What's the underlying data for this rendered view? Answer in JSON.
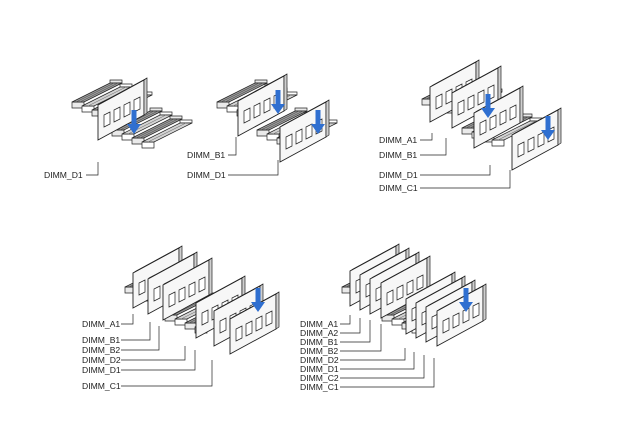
{
  "panels": [
    {
      "labels": [
        "DIMM_D1"
      ]
    },
    {
      "labels": [
        "DIMM_B1",
        "DIMM_D1"
      ]
    },
    {
      "labels": [
        "DIMM_A1",
        "DIMM_B1",
        "DIMM_D1",
        "DIMM_C1"
      ]
    },
    {
      "labels": [
        "DIMM_A1",
        "DIMM_B1",
        "DIMM_B2",
        "DIMM_D2",
        "DIMM_D1",
        "DIMM_C1"
      ]
    },
    {
      "labels": [
        "DIMM_A1",
        "DIMM_A2",
        "DIMM_B1",
        "DIMM_B2",
        "DIMM_D2",
        "DIMM_D1",
        "DIMM_C2",
        "DIMM_C1"
      ]
    }
  ],
  "colors": {
    "line": "#2a2a2a",
    "slot_dark": "#9a9a9a",
    "slot_light": "#d4d4d4",
    "module_fill": "#f7f7f7",
    "arrow": "#2f6fd0"
  },
  "icons": {
    "install_arrow": "arrow-down-icon"
  }
}
